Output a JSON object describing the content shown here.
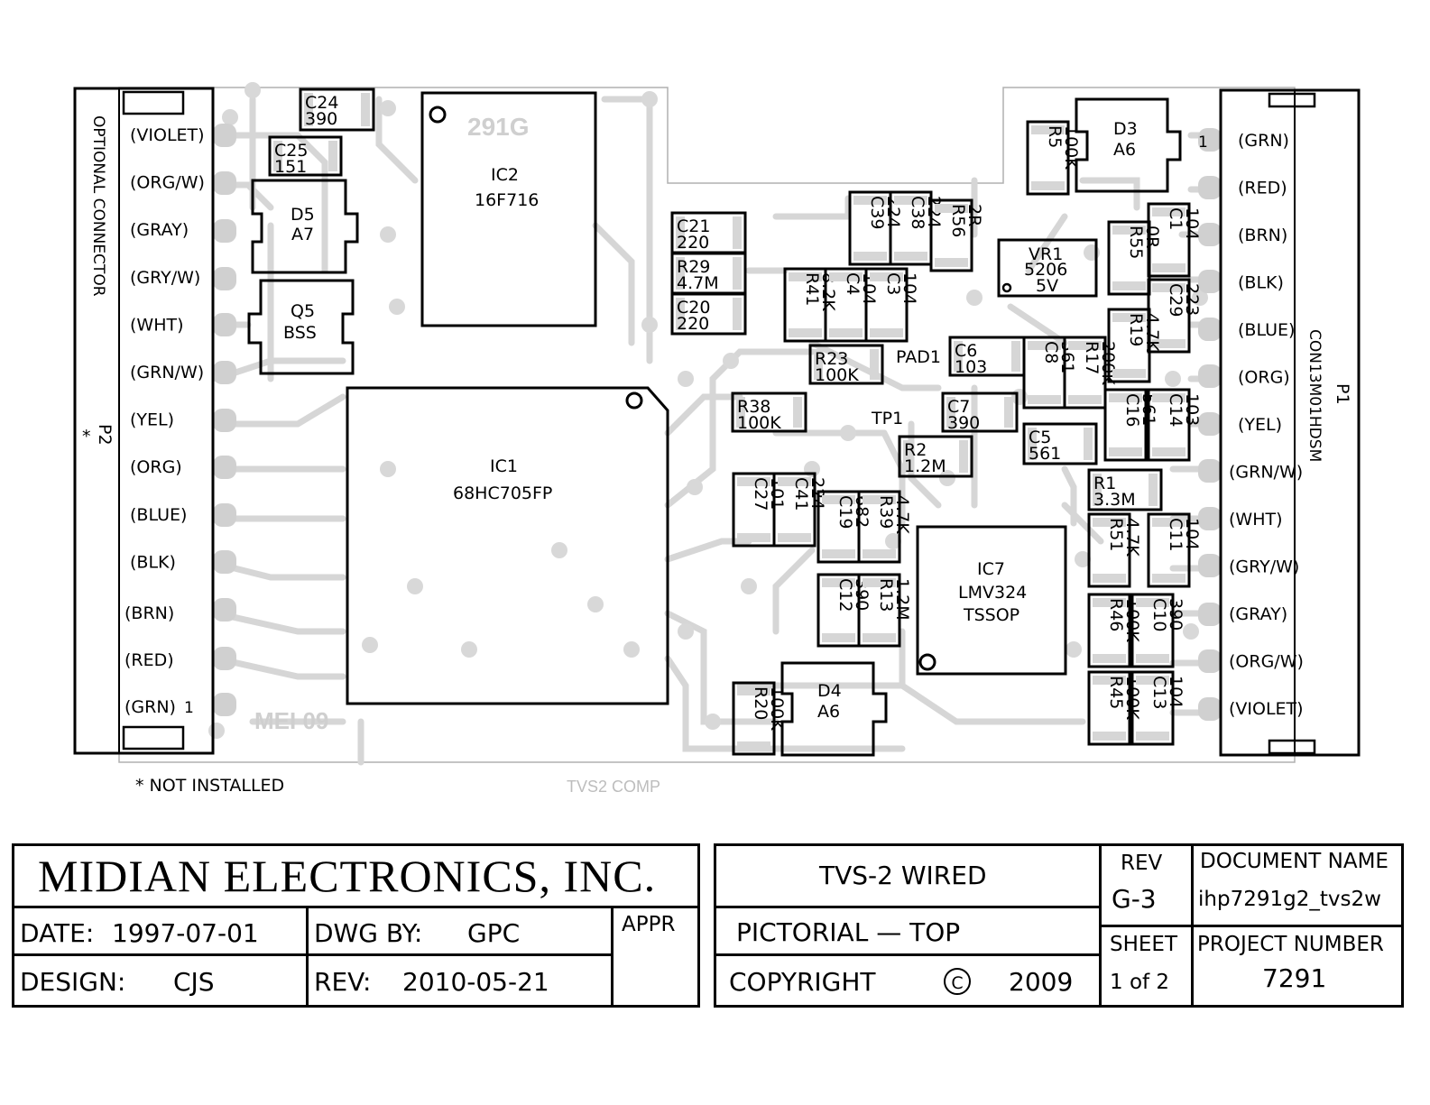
{
  "p2": {
    "vertical_label": "OPTIONAL CONNECTOR",
    "ref": "P2",
    "star": "*",
    "pin1": "1",
    "pins": [
      "(VIOLET)",
      "(ORG/W)",
      "(GRAY)",
      "(GRY/W)",
      "(WHT)",
      "(GRN/W)",
      "(YEL)",
      "(ORG)",
      "(BLUE)",
      "(BLK)",
      "(BRN)",
      "(RED)",
      "(GRN)"
    ]
  },
  "p1": {
    "ref": "P1",
    "part": "CON13M01HDSM",
    "pin1": "1",
    "pins": [
      "(GRN)",
      "(RED)",
      "(BRN)",
      "(BLK)",
      "(BLUE)",
      "(ORG)",
      "(YEL)",
      "(GRN/W)",
      "(WHT)",
      "(GRY/W)",
      "(GRAY)",
      "(ORG/W)",
      "(VIOLET)"
    ]
  },
  "silkscreen": {
    "top_mark": "291G",
    "bottom_mark": "MEI 09"
  },
  "ics": {
    "ic1": {
      "ref": "IC1",
      "part": "68HC705FP"
    },
    "ic2": {
      "ref": "IC2",
      "part": "16F716"
    },
    "ic7": {
      "ref": "IC7",
      "part": "LMV324",
      "pkg": "TSSOP"
    },
    "vr1": {
      "ref": "VR1",
      "part": "5206",
      "volt": "5V"
    }
  },
  "parts": {
    "c24": [
      "C24",
      "390"
    ],
    "c25": [
      "C25",
      "151"
    ],
    "d5": [
      "D5",
      "A7"
    ],
    "q5": [
      "Q5",
      "BSS"
    ],
    "c21": [
      "C21",
      "220"
    ],
    "r29": [
      "R29",
      "4.7M"
    ],
    "c20": [
      "C20",
      "220"
    ],
    "c39": [
      "C39",
      "224"
    ],
    "c38": [
      "C38",
      "224"
    ],
    "r56": [
      "R56",
      "2R"
    ],
    "r41": [
      "R41",
      "8.2K"
    ],
    "c4": [
      "C4",
      "104"
    ],
    "c3": [
      "C3",
      "104"
    ],
    "r23": [
      "R23",
      "100K"
    ],
    "r38": [
      "R38",
      "100K"
    ],
    "c6": [
      "C6",
      "103"
    ],
    "c8": [
      "C8",
      "561"
    ],
    "r17": [
      "R17",
      "200K"
    ],
    "c7": [
      "C7",
      "390"
    ],
    "r2": [
      "R2",
      "1.2M"
    ],
    "c5": [
      "C5",
      "561"
    ],
    "c27": [
      "C27",
      "101"
    ],
    "c41": [
      "C41",
      "224"
    ],
    "c19": [
      "C19",
      "682"
    ],
    "r39": [
      "R39",
      "4.7K"
    ],
    "c12": [
      "C12",
      "390"
    ],
    "r13": [
      "R13",
      "1.2M"
    ],
    "r20": [
      "R20",
      "100K"
    ],
    "d4": [
      "D4",
      "A6"
    ],
    "r5": [
      "R5",
      "100K"
    ],
    "d3": [
      "D3",
      "A6"
    ],
    "r55": [
      "R55",
      "0R"
    ],
    "c1": [
      "C1",
      "104"
    ],
    "c29": [
      "C29",
      "223"
    ],
    "r19": [
      "R19",
      "4.7K"
    ],
    "c16": [
      "C16",
      "561"
    ],
    "c14": [
      "C14",
      "103"
    ],
    "r1": [
      "R1",
      "3.3M"
    ],
    "r51": [
      "R51",
      "4.7K"
    ],
    "c11": [
      "C11",
      "104"
    ],
    "r46": [
      "R46",
      "100K"
    ],
    "c10": [
      "C10",
      "390"
    ],
    "r45": [
      "R45",
      "100K"
    ],
    "c13": [
      "C13",
      "104"
    ]
  },
  "testpoints": {
    "pad1": "PAD1",
    "tp1": "TP1"
  },
  "notes": {
    "not_installed": "* NOT INSTALLED",
    "layer": "TVS2 COMP"
  },
  "titleblock": {
    "company": "MIDIAN ELECTRONICS, INC.",
    "date_label": "DATE:",
    "date": "1997-07-01",
    "dwgby_label": "DWG BY:",
    "dwgby": "GPC",
    "appr_label": "APPR",
    "design_label": "DESIGN:",
    "design": "CJS",
    "rev_label": "REV:",
    "rev_date": "2010-05-21",
    "title1": "TVS-2 WIRED",
    "title2": "PICTORIAL  — TOP",
    "copyright_label": "COPYRIGHT",
    "copyright_symbol": "C",
    "copyright_year": "2009",
    "rev_head": "REV",
    "rev": "G-3",
    "sheet_label": "SHEET",
    "sheet": "1 of 2",
    "docname_label": "DOCUMENT NAME",
    "docname": "ihp7291g2_tvs2w",
    "project_label": "PROJECT NUMBER",
    "project": "7291"
  }
}
